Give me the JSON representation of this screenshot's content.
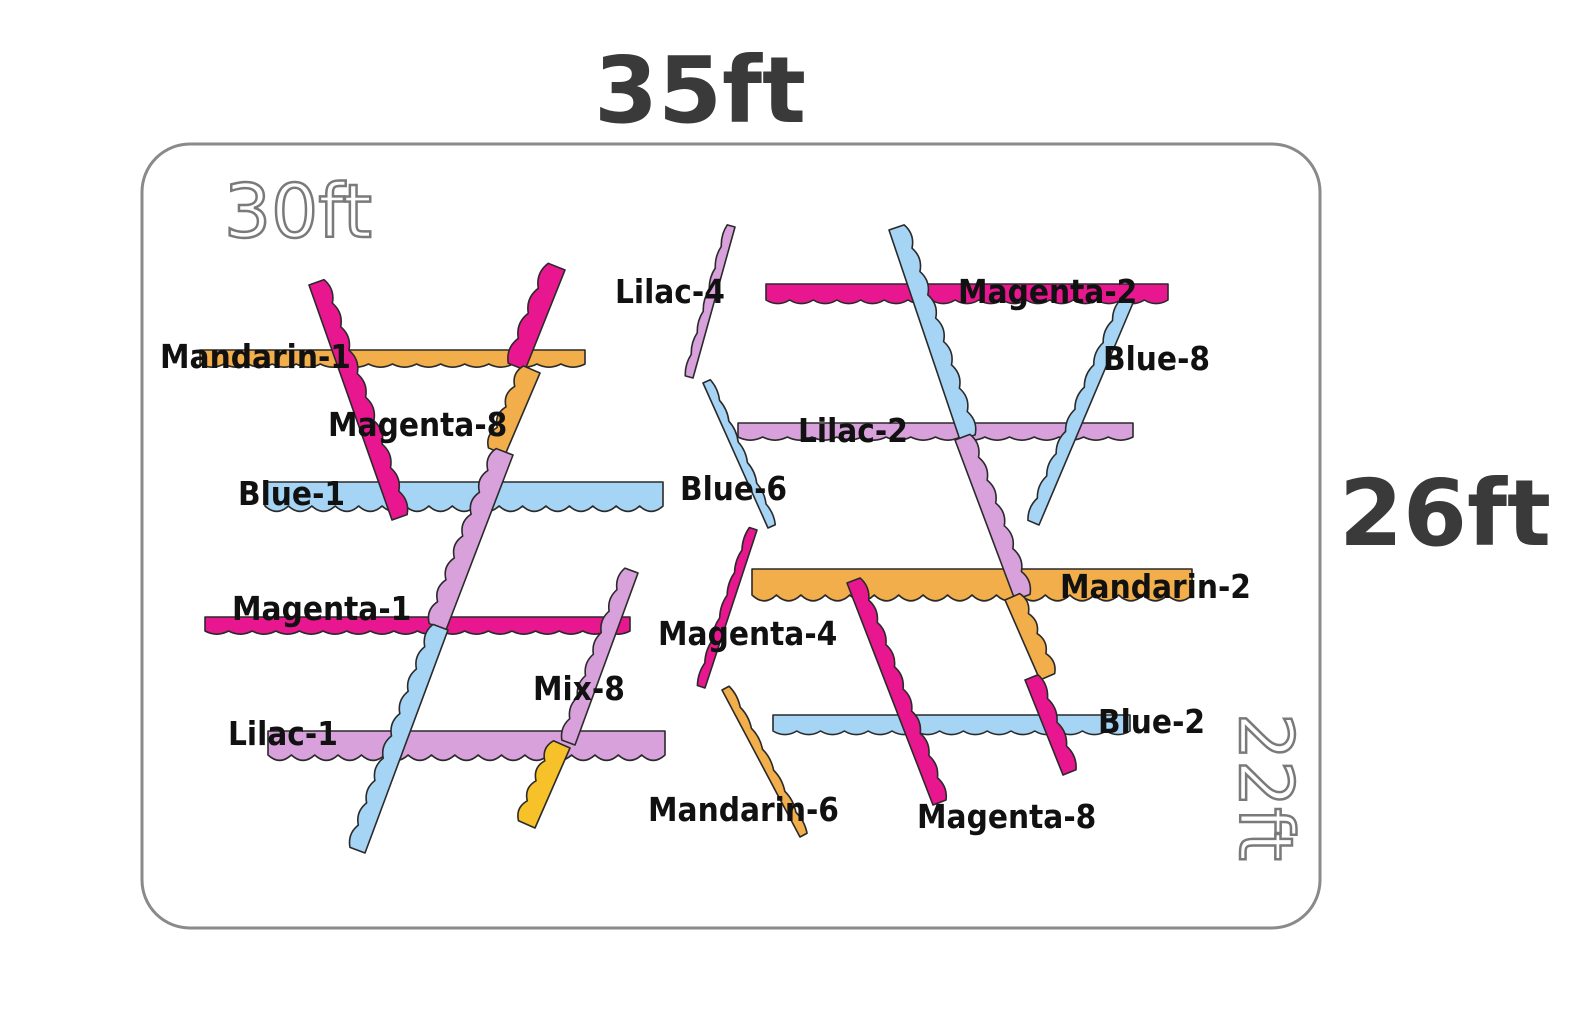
{
  "dimensions": {
    "outer_width": "35ft",
    "outer_height": "26ft",
    "inner_width": "30ft",
    "inner_height": "22ft"
  },
  "colors": {
    "magenta": "#e8178f",
    "mandarin": "#f2ae4a",
    "blue": "#a5d4f5",
    "lilac": "#d9a1dc",
    "yellow": "#f7c12a",
    "border": "#8a8a8a"
  },
  "labels": {
    "mandarin_1": "Mandarin-1",
    "magenta_8_left": "Magenta-8",
    "blue_1": "Blue-1",
    "magenta_1": "Magenta-1",
    "lilac_1": "Lilac-1",
    "mix_8": "Mix-8",
    "lilac_4": "Lilac-4",
    "blue_6": "Blue-6",
    "magenta_4": "Magenta-4",
    "mandarin_6": "Mandarin-6",
    "magenta_2": "Magenta-2",
    "blue_8": "Blue-8",
    "lilac_2": "Lilac-2",
    "mandarin_2": "Mandarin-2",
    "blue_2": "Blue-2",
    "magenta_8_right": "Magenta-8"
  }
}
